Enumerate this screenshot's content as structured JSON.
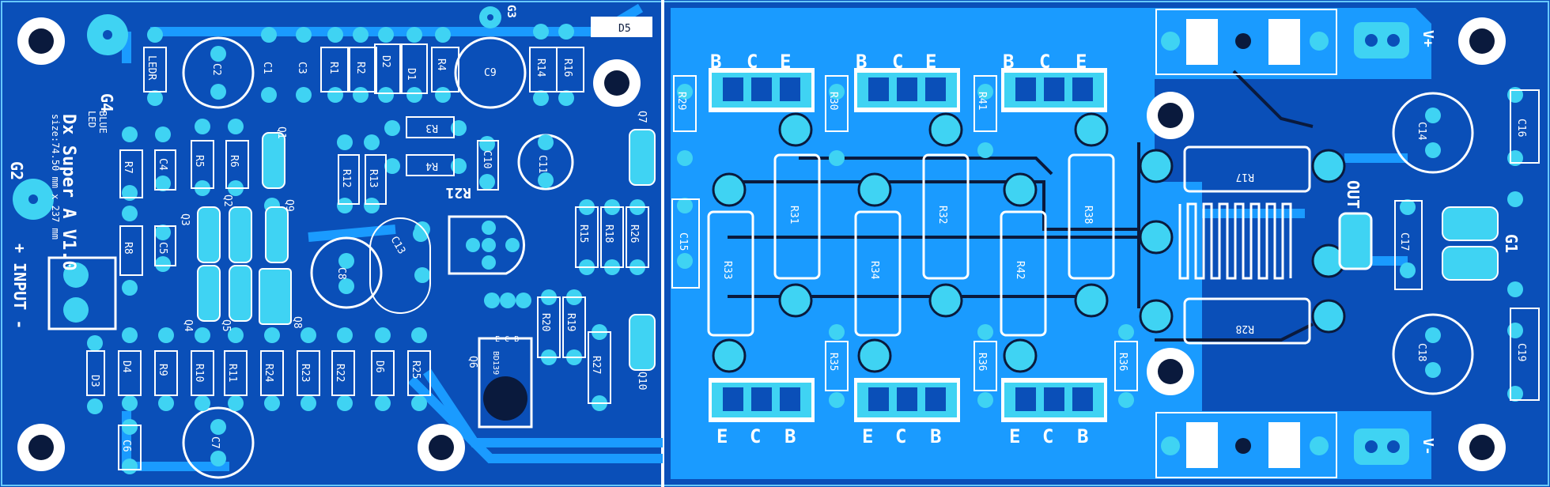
{
  "board": {
    "title": "Dx Super A V1.0",
    "size": "size:74.50 mm x 237 mm",
    "input_label": "+ INPUT -",
    "led_blue": "BLUE",
    "led_note": "LED",
    "output_label": "OUT",
    "vplus": "V+",
    "vminus": "V-",
    "gnd": "G1",
    "g2": "G2",
    "g3": "G3",
    "g4": "G4",
    "bd139": "BD139",
    "ecb": "E C B"
  },
  "components": {
    "ledr": "LEDR",
    "c2": "C2",
    "c1": "C1",
    "c3": "C3",
    "r1": "R1",
    "r2": "R2",
    "d2": "D2",
    "d1": "D1",
    "r4a": "R4",
    "c9": "C9",
    "r14": "R14",
    "r16": "R16",
    "d5": "D5",
    "r3": "R3",
    "r4": "R4",
    "c10": "C10",
    "c11": "C11",
    "q1": "Q1",
    "q2": "Q2",
    "q3": "Q3",
    "q4": "Q4",
    "q5": "Q5",
    "q6": "Q6",
    "q7": "Q7",
    "q8": "Q8",
    "q9": "Q9",
    "q10": "Q10",
    "r5": "R5",
    "r6": "R6",
    "r7": "R7",
    "c4": "C4",
    "r12": "R12",
    "r13": "R13",
    "r21": "R21",
    "r8": "R8",
    "c5": "C5",
    "c8": "C8",
    "c13": "C13",
    "r15": "R15",
    "r18": "R18",
    "r26": "R26",
    "r20": "R20",
    "r19": "R19",
    "r27": "R27",
    "d3": "D3",
    "d4": "D4",
    "r9": "R9",
    "r10": "R10",
    "r11": "R11",
    "r24": "R24",
    "r23": "R23",
    "r22": "R22",
    "d6": "D6",
    "r25": "R25",
    "c6": "C6",
    "c7": "C7",
    "c15": "C15",
    "r29": "R29",
    "r30": "R30",
    "r41": "R41",
    "r31": "R31",
    "r32": "R32",
    "r38": "R38",
    "r33": "R33",
    "r34": "R34",
    "r42": "R42",
    "r35": "R35",
    "r36": "R36",
    "r39": "R36",
    "r17": "R17",
    "r28": "R28",
    "c14": "C14",
    "c16": "C16",
    "c17": "C17",
    "c18": "C18",
    "c19": "C19"
  },
  "pins": {
    "b": "B",
    "c": "C",
    "e": "E"
  },
  "colors": {
    "board": "#0a4fb8",
    "pour": "#1a9bff",
    "pad": "#3fd3f3",
    "silk": "#ffffff",
    "outline": "#0a1a3d"
  }
}
